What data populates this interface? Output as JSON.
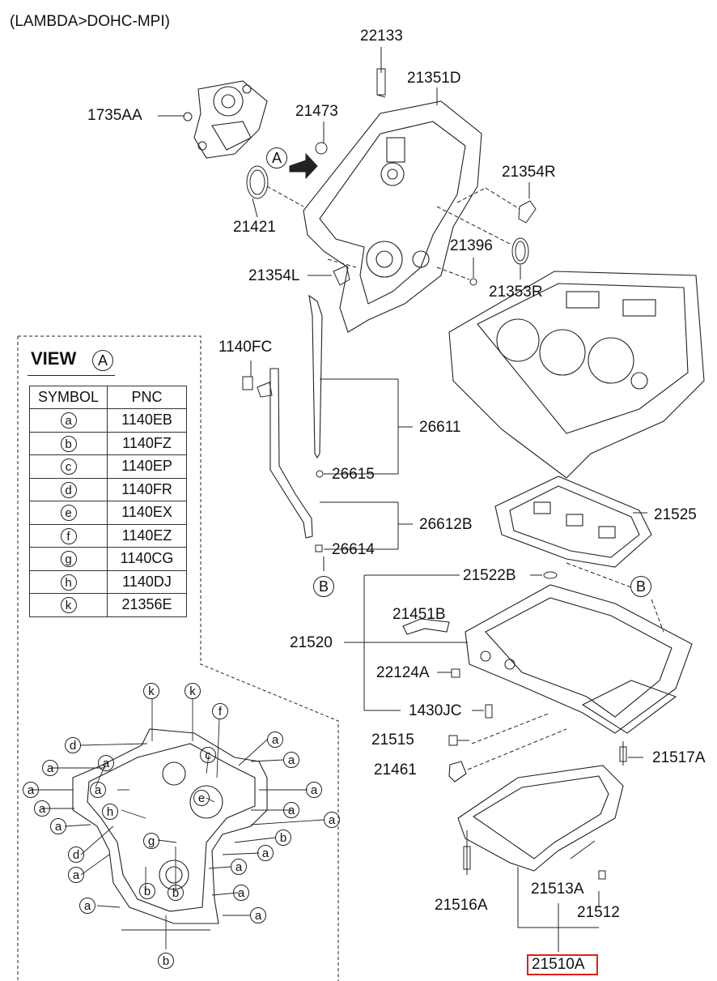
{
  "caption": "(LAMBDA>DOHC-MPI)",
  "highlighted_part": "21510A",
  "view_table": {
    "title": "VIEW",
    "title_ref": "A",
    "headers": [
      "SYMBOL",
      "PNC"
    ],
    "rows": [
      {
        "symbol": "a",
        "pnc": "1140EB"
      },
      {
        "symbol": "b",
        "pnc": "1140FZ"
      },
      {
        "symbol": "c",
        "pnc": "1140EP"
      },
      {
        "symbol": "d",
        "pnc": "1140FR"
      },
      {
        "symbol": "e",
        "pnc": "1140EX"
      },
      {
        "symbol": "f",
        "pnc": "1140EZ"
      },
      {
        "symbol": "g",
        "pnc": "1140CG"
      },
      {
        "symbol": "h",
        "pnc": "1140DJ"
      },
      {
        "symbol": "k",
        "pnc": "21356E"
      }
    ]
  },
  "part_labels": {
    "p22133": "22133",
    "p21351D": "21351D",
    "p1735AA": "1735AA",
    "p21473": "21473",
    "p21421": "21421",
    "p21354R": "21354R",
    "p21396": "21396",
    "p21353R": "21353R",
    "p21354L": "21354L",
    "p1140FC": "1140FC",
    "p26611": "26611",
    "p26615": "26615",
    "p26612B": "26612B",
    "p26614": "26614",
    "p21525": "21525",
    "p21522B": "21522B",
    "p21451B": "21451B",
    "p21520": "21520",
    "p22124A": "22124A",
    "p1430JC": "1430JC",
    "p21515": "21515",
    "p21517A": "21517A",
    "p21461": "21461",
    "p21516A": "21516A",
    "p21513A": "21513A",
    "p21512": "21512"
  },
  "callouts": {
    "A": "A",
    "B": "B"
  },
  "symbols": {
    "a": "a",
    "b": "b",
    "c": "c",
    "d": "d",
    "e": "e",
    "f": "f",
    "g": "g",
    "h": "h",
    "k": "k"
  }
}
